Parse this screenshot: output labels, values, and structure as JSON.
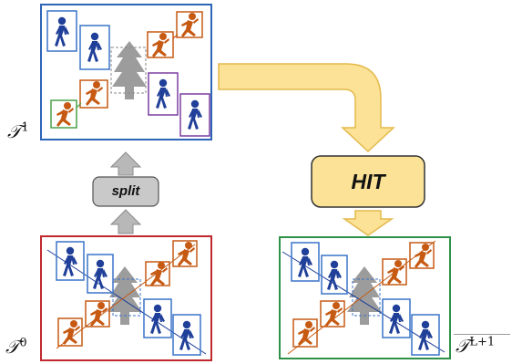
{
  "labels": {
    "t1": {
      "base": "𝒯",
      "sup": "1"
    },
    "t0": {
      "base": "𝒯",
      "sup": "0"
    },
    "tl": {
      "base": "𝒯",
      "sup": "L+1"
    }
  },
  "split_label": "split",
  "hit_label": "HIT",
  "colors": {
    "panel_top": "#2e64b7",
    "panel_bottom_left": "#c0282d",
    "panel_bottom_right": "#2e9148",
    "pedestrian": "#1f3f99",
    "runner": "#c65a13",
    "box_blue": "#3a74c9",
    "box_orange": "#c65a13",
    "box_green": "#4aa148",
    "box_purple": "#7b3fa0",
    "tree": "#9c9c9c",
    "split_fill": "#c9c9c9",
    "hit_fill": "#fbe296",
    "hit_stroke": "#e4b94c",
    "gray_arrow": "#b8b8b8",
    "yellow_arrow": "#fbe296"
  },
  "icons": [
    "walking-person-icon",
    "running-person-icon",
    "tree-icon",
    "arrow-up-icon",
    "curved-arrow-icon",
    "arrow-down-icon"
  ]
}
